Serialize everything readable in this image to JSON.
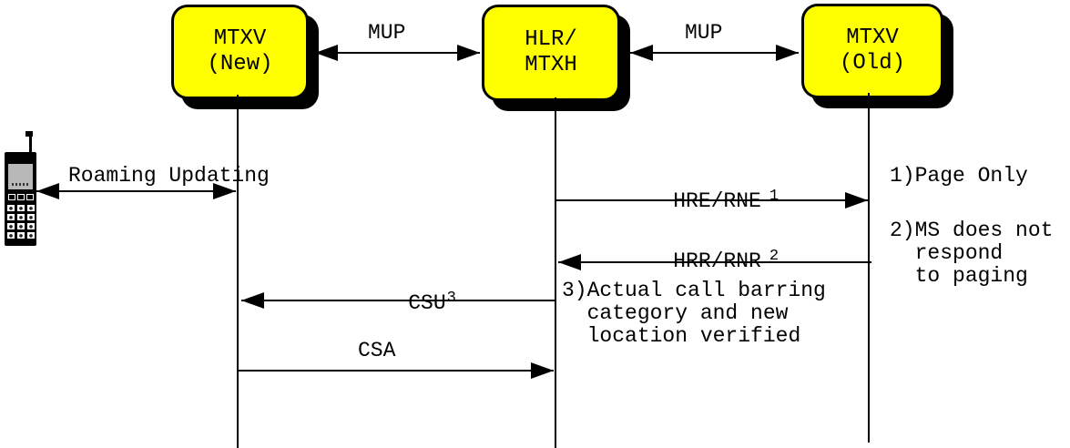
{
  "entities": {
    "mtxv_new": {
      "line1": "MTXV",
      "line2": "(New)"
    },
    "hlr_mtxh": {
      "line1": "HLR/",
      "line2": "MTXH"
    },
    "mtxv_old": {
      "line1": "MTXV",
      "line2": "(Old)"
    }
  },
  "messages": {
    "mup_left": {
      "label": "MUP"
    },
    "mup_right": {
      "label": "MUP"
    },
    "roaming": {
      "label": "Roaming Updating"
    },
    "hre": {
      "label": "HRE/RNE",
      "sup": "1"
    },
    "hrr": {
      "label": "HRR/RNR",
      "sup": "2"
    },
    "csu": {
      "label": "CSU",
      "sup": "3"
    },
    "csa": {
      "label": "CSA"
    }
  },
  "notes": {
    "page_only": "1)Page Only",
    "ms_no_respond": "2)MS does not\n  respond\n  to paging",
    "call_barring": "3)Actual call barring\n  category and new\n  location verified"
  },
  "icons": {
    "mobile": "mobile-phone-icon"
  },
  "colors": {
    "entity_fill": "#FFFF00",
    "entity_border": "#000000",
    "entity_shadow": "#000000",
    "line": "#000000",
    "background": "#FFFFFF",
    "phone_screen": "#B8B8B8"
  }
}
